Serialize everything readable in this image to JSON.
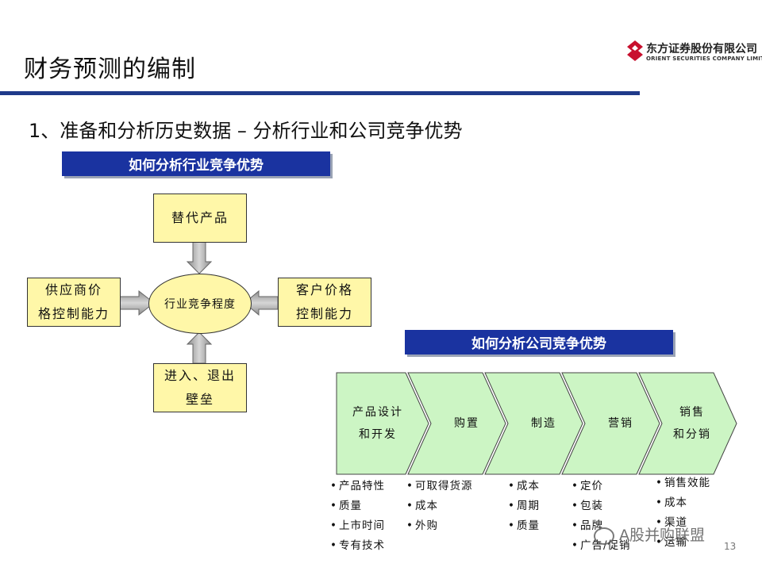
{
  "header": {
    "title": "财务预测的编制",
    "logo_cn": "东方证券股份有限公司",
    "logo_en": "ORIENT SECURITIES COMPANY LIMITED"
  },
  "subtitle": "1、准备和分析历史数据 – 分析行业和公司竞争优势",
  "industry": {
    "bar_label": "如何分析行业竞争优势",
    "center": "行业竞争程度",
    "top": [
      "替代产品"
    ],
    "left": [
      "供应商价",
      "格控制能力"
    ],
    "right": [
      "客户价格",
      "控制能力"
    ],
    "bottom": [
      "进入、退出",
      "壁垒"
    ]
  },
  "company": {
    "bar_label": "如何分析公司竞争优势",
    "stages": [
      {
        "label": [
          "产品设计",
          "和开发"
        ],
        "bullets": [
          "产品特性",
          "质量",
          "上市时间",
          "专有技术"
        ]
      },
      {
        "label": [
          "购置"
        ],
        "bullets": [
          "可取得货源",
          "成本",
          "外购"
        ]
      },
      {
        "label": [
          "制造"
        ],
        "bullets": [
          "成本",
          "周期",
          "质量"
        ]
      },
      {
        "label": [
          "营销"
        ],
        "bullets": [
          "定价",
          "包装",
          "品牌",
          "广告/促销"
        ]
      },
      {
        "label": [
          "销售",
          "和分销"
        ],
        "bullets": [
          "销售效能",
          "成本",
          "渠道",
          "运输"
        ]
      }
    ]
  },
  "colors": {
    "accent_blue": "#1a33a0",
    "box_yellow": "#fff7a8",
    "chevron_green": "#ccf5c4"
  },
  "watermark": "A股并购联盟",
  "page_number": "13"
}
